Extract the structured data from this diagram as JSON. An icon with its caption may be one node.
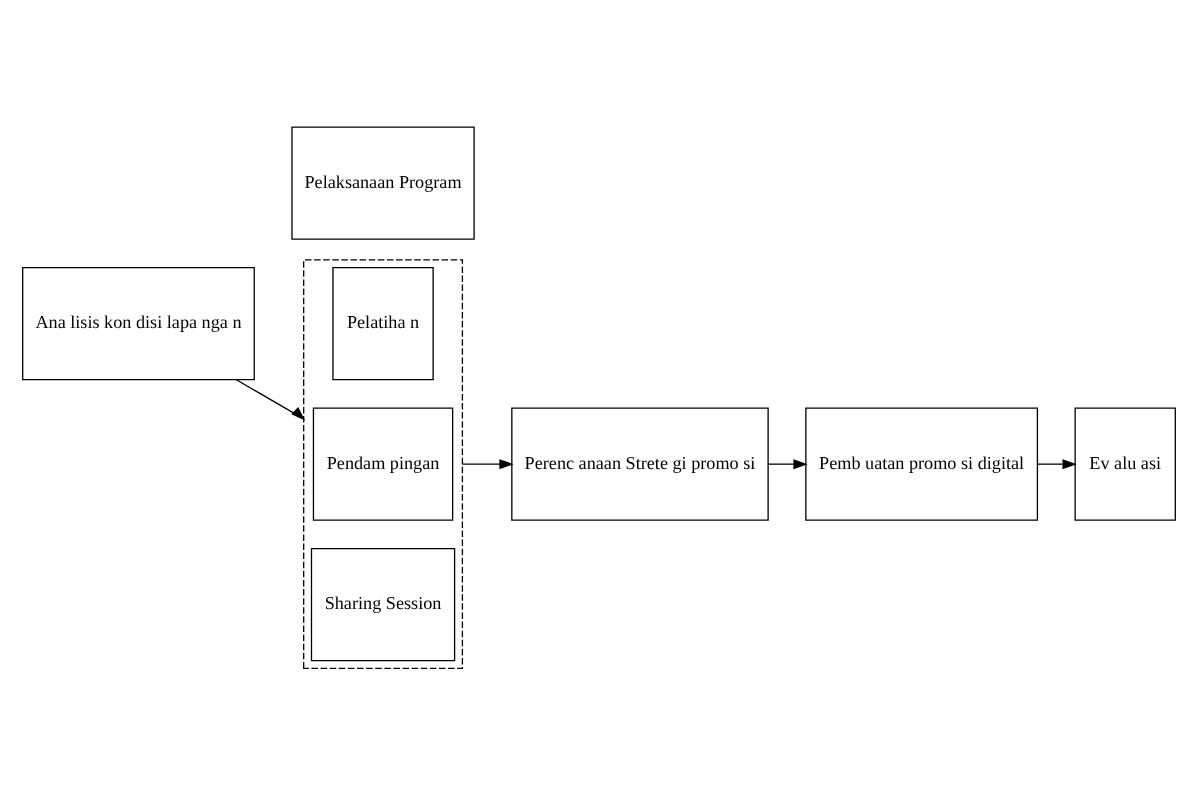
{
  "diagram": {
    "nodes": [
      {
        "text": [
          "Ana lisis kon disi lapa nga n"
        ]
      },
      {
        "text": [
          "Pelaksanaan Program"
        ]
      },
      {
        "text": [],
        "shape": "box"
      },
      {
        "text": [
          "Pelatiha n"
        ],
        "in": 2
      },
      {
        "text": [
          "Pendam pingan"
        ],
        "in": 2
      },
      {
        "text": [
          "Sharing Session"
        ],
        "in": 2
      },
      {
        "text": [
          "Perenc anaan Strete gi promo si"
        ]
      },
      {
        "text": [
          "Pemb uatan promo si digital"
        ]
      },
      {
        "text": [
          "Ev alu asi"
        ]
      }
    ],
    "edges": [
      {
        "from": 0,
        "to": 2,
        "arrow": "to"
      },
      {
        "from": 2,
        "to": 6,
        "arrow": "to"
      },
      {
        "from": 6,
        "to": 7,
        "arrow": "to"
      },
      {
        "from": 7,
        "to": 8,
        "arrow": "to"
      }
    ]
  }
}
